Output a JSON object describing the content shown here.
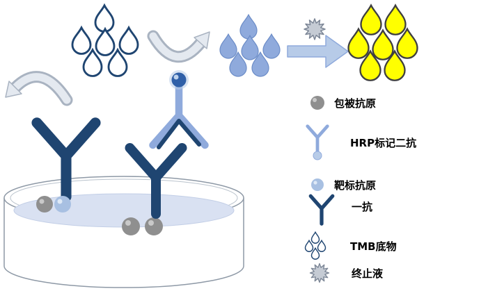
{
  "colors": {
    "navy": "#1F4571",
    "medium_blue": "#3060A8",
    "light_blue": "#8FAADC",
    "pale_blue": "#B8CCE8",
    "liquid": "#D9E1F2",
    "yellow": "#FFFF00",
    "gray_sphere": "#8F8F8F",
    "pale_sphere": "#A8C0E2",
    "arrow_fill": "#E4E9F0",
    "arrow_edge": "#A9B3C1",
    "burst_fill": "#C5CBD4",
    "burst_edge": "#7C8696",
    "block_arrow_fill": "#B7CBE8",
    "block_arrow_edge": "#8FAADC",
    "drop_yellow_edge": "#3F3F3F",
    "dish_edge": "#8E99A6",
    "label_color": "#000000"
  },
  "legend": {
    "items": [
      {
        "icon": "coated-antigen-dot-icon",
        "label": "包被抗原"
      },
      {
        "icon": "hrp-secondary-antibody-icon",
        "label": "HRP标记二抗"
      },
      {
        "icon": "target-antigen-dot-icon",
        "label": "靶标抗原"
      },
      {
        "icon": "primary-antibody-icon",
        "label": "一抗"
      },
      {
        "icon": "tmb-substrate-drops-icon",
        "label": "TMB底物"
      },
      {
        "icon": "stop-solution-burst-icon",
        "label": "终止液"
      }
    ]
  },
  "diagram": {
    "drop_clusters": [
      {
        "name": "tmb-substrate-drops",
        "count": 6,
        "fill": "white-with-navy-outline"
      },
      {
        "name": "developed-substrate-drops",
        "count": 6,
        "fill": "light-blue"
      },
      {
        "name": "stopped-reaction-drops",
        "count": 7,
        "fill": "yellow"
      }
    ],
    "well_beads": {
      "coated_antigen_count": 2,
      "antigen_pair": [
        "gray",
        "pale-blue"
      ]
    }
  }
}
